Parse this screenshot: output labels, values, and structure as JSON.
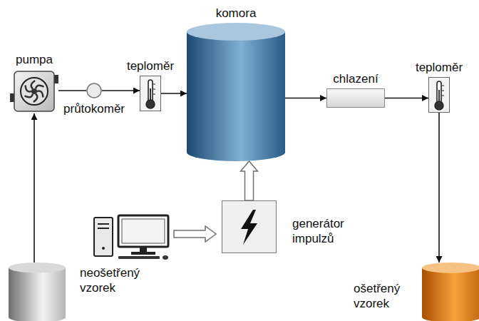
{
  "diagram": {
    "nodes": [
      {
        "text": [
          "pumpa"
        ]
      },
      {
        "text": [
          "průtokoměr"
        ]
      },
      {
        "text": [
          "teploměr"
        ]
      },
      {
        "text": [
          "komora"
        ]
      },
      {
        "text": [
          "chlazení"
        ]
      },
      {
        "text": [
          "teploměr"
        ]
      },
      {
        "text": [
          "generátor impulzů"
        ]
      },
      {
        "text": [
          "neošetřený vzorek"
        ]
      },
      {
        "text": [
          "ošetřený vzorek"
        ]
      }
    ],
    "edges": [
      {
        "from": 7,
        "to": 0,
        "arrow": "to"
      },
      {
        "from": 0,
        "to": 1,
        "arrow": "none"
      },
      {
        "from": 1,
        "to": 2,
        "arrow": "to"
      },
      {
        "from": 2,
        "to": 3,
        "arrow": "to"
      },
      {
        "from": 3,
        "to": 4,
        "arrow": "to"
      },
      {
        "from": 4,
        "to": 5,
        "arrow": "to"
      },
      {
        "from": 5,
        "to": 8,
        "arrow": "to"
      },
      {
        "from": 6,
        "to": 3,
        "arrow": "to"
      }
    ]
  }
}
